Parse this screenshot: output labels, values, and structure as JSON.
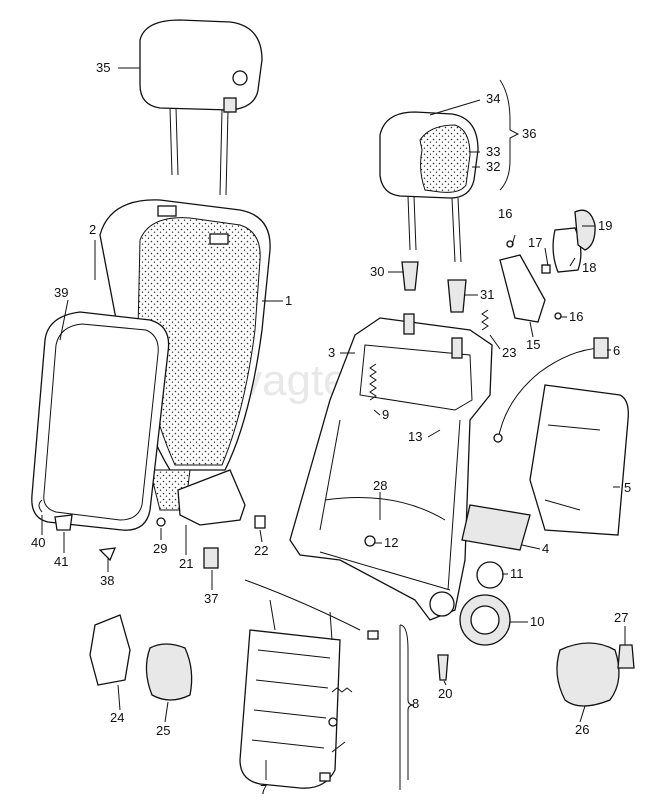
{
  "watermark": "vagteс.ru",
  "labels": {
    "p1": "1",
    "p2": "2",
    "p3": "3",
    "p4": "4",
    "p5": "5",
    "p6": "6",
    "p7": "7",
    "p8": "8",
    "p9": "9",
    "p10": "10",
    "p11": "11",
    "p12": "12",
    "p13": "13",
    "p15": "15",
    "p16a": "16",
    "p16b": "16",
    "p17": "17",
    "p18": "18",
    "p19": "19",
    "p20": "20",
    "p21": "21",
    "p22": "22",
    "p23": "23",
    "p24": "24",
    "p25": "25",
    "p26": "26",
    "p27": "27",
    "p28": "28",
    "p29": "29",
    "p30": "30",
    "p31": "31",
    "p32": "32",
    "p33": "33",
    "p34": "34",
    "p35": "35",
    "p36": "36",
    "p37": "37",
    "p38": "38",
    "p39": "39",
    "p40": "40",
    "p41": "41"
  },
  "icons": {
    "headrest_top": "headrest-icon",
    "headrest_cover": "headrest-cover-icon",
    "backrest_cover": "backrest-cover-icon",
    "back_panel": "back-panel-icon",
    "seat_frame": "seat-frame-icon",
    "lumbar_mat": "lumbar-support-icon",
    "handwheel": "handwheel-icon"
  }
}
